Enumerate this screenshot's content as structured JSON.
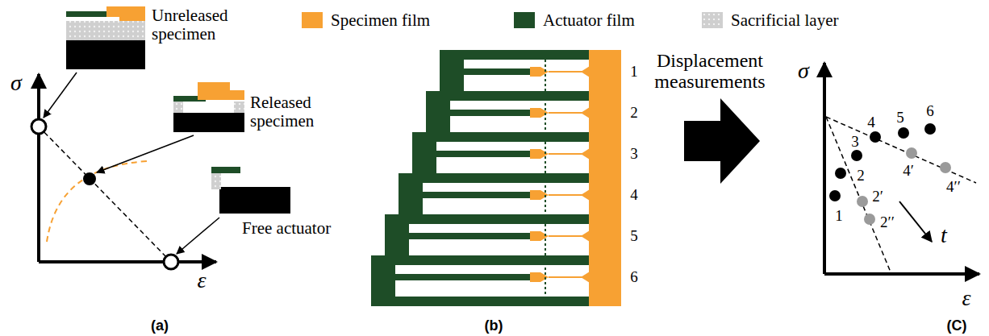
{
  "diagram": {
    "labels": [
      "Unreleased specimen",
      "σ",
      "Released specimen",
      "Free actuator",
      "ε",
      "(a)",
      "1",
      "2",
      "3",
      "4",
      "5",
      "6",
      "(b)",
      "Displacement measurements",
      "σ",
      "ε",
      "6",
      "5",
      "4",
      "3",
      "2",
      "4′",
      "4′′",
      "2′",
      "1",
      "2′′",
      "t",
      "(C)"
    ],
    "legend": [
      {
        "text": "Specimen film",
        "color": "#f7a133"
      },
      {
        "text": "Actuator film",
        "color": "#1e4d27"
      },
      {
        "text": "Sacrificial layer"
      }
    ]
  }
}
